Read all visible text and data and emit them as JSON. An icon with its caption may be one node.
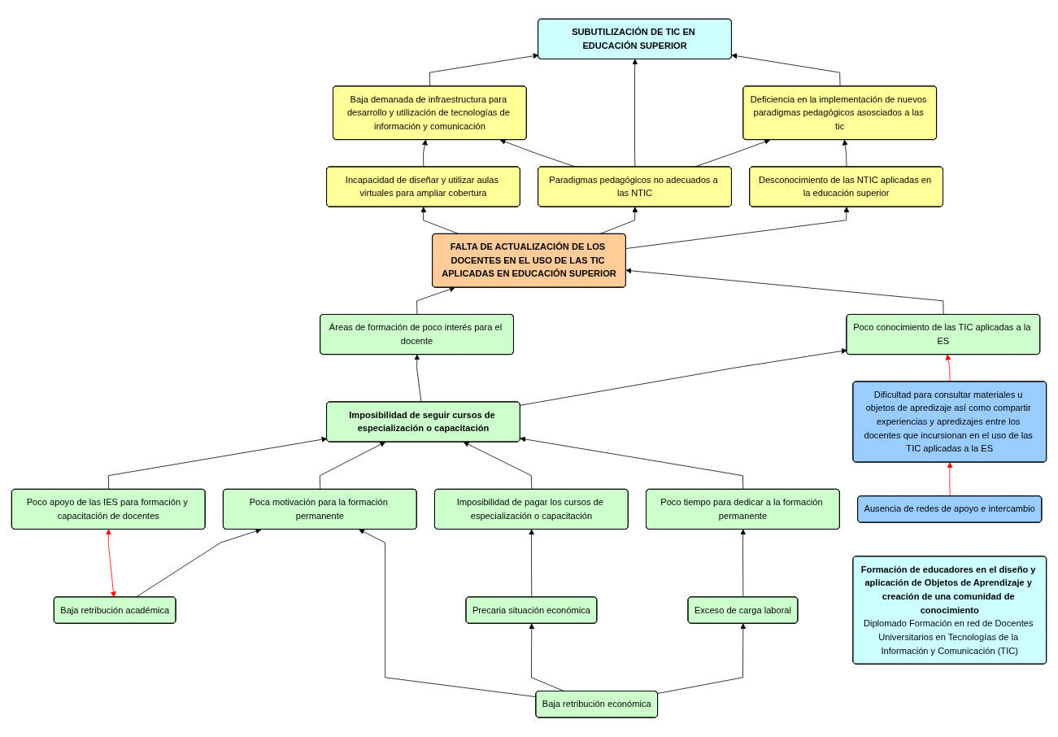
{
  "diagram": {
    "nodes": [
      {
        "text": [
          "SUBUTILIZACIÓN DE TIC EN EDUCACIÓN SUPERIOR"
        ]
      },
      {
        "text": [
          "Baja demanada de infraestructura para desarrollo y utilización de tecnologías de información y comunicación"
        ]
      },
      {
        "text": [
          "Deficiencia en la implementación de nuevos paradigmas pedagógicos asosciados a las tic"
        ]
      },
      {
        "text": [
          "Incapacidad de diseñar y utilizar aulas virtuales para ampliar cobertura"
        ]
      },
      {
        "text": [
          "Paradigmas pedagógicos no adecuados a las NTIC"
        ]
      },
      {
        "text": [
          "Desconocimiento de las NTIC aplicadas en la educación superior"
        ]
      },
      {
        "text": [
          "FALTA DE ACTUALIZACIÓN DE LOS DOCENTES EN EL USO DE LAS TIC APLICADAS EN EDUCACIÓN SUPERIOR"
        ]
      },
      {
        "text": [
          "Áreas de formación de poco interés para el docente"
        ]
      },
      {
        "text": [
          "Poco conocimiento de las TIC aplicadas a la ES"
        ]
      },
      {
        "text": [
          "Imposibilidad de seguir cursos de especialización o capacitación"
        ]
      },
      {
        "text": [
          "Poco apoyo de las IES para formación y capacitación de docentes"
        ]
      },
      {
        "text": [
          "Poca motivación para la formación permanente"
        ]
      },
      {
        "text": [
          "Imposibilidad de pagar los cursos de especialización o capacitación"
        ]
      },
      {
        "text": [
          "Poco tiempo para dedicar a la formación permanente"
        ]
      },
      {
        "text": [
          "Dificultad para consultar materiales u objetos de apredizaje así como compartir experiencias y apredizajes entre los docentes que incursionan en el uso de las TIC aplicadas a la ES"
        ]
      },
      {
        "text": [
          "Precaria situación económica"
        ]
      },
      {
        "text": [
          "Exceso de carga laboral"
        ]
      },
      {
        "text": [
          "Ausencia de redes de apoyo e intercambio"
        ]
      },
      {
        "text": [
          "Baja retribución académica"
        ]
      },
      {
        "text": [
          "Baja retribución económica"
        ]
      },
      {
        "text": [
          "Formación de educadores en el diseño y aplicación de Objetos de Aprendizaje y creación de una comunidad de conocimiento",
          "Diplomado Formación en red de Docentes Universitarios en Tecnologías de la Información y Comunicación (TIC)"
        ]
      }
    ],
    "edges": [
      {
        "from": 1,
        "to": 0,
        "arrow": "to"
      },
      {
        "from": 4,
        "to": 0,
        "arrow": "to"
      },
      {
        "from": 2,
        "to": 0,
        "arrow": "to"
      },
      {
        "from": 3,
        "to": 1,
        "arrow": "to"
      },
      {
        "from": 4,
        "to": 1,
        "arrow": "to"
      },
      {
        "from": 4,
        "to": 2,
        "arrow": "to"
      },
      {
        "from": 5,
        "to": 2,
        "arrow": "to"
      },
      {
        "from": 6,
        "to": 3,
        "arrow": "to"
      },
      {
        "from": 6,
        "to": 4,
        "arrow": "to"
      },
      {
        "from": 6,
        "to": 5,
        "arrow": "to"
      },
      {
        "from": 7,
        "to": 6,
        "arrow": "to"
      },
      {
        "from": 8,
        "to": 6,
        "arrow": "to"
      },
      {
        "from": 9,
        "to": 7,
        "arrow": "to"
      },
      {
        "from": 9,
        "to": 8,
        "arrow": "to"
      },
      {
        "from": 14,
        "to": 8,
        "arrow": "to",
        "color": "#ff0000"
      },
      {
        "from": 10,
        "to": 9,
        "arrow": "to"
      },
      {
        "from": 11,
        "to": 9,
        "arrow": "to"
      },
      {
        "from": 12,
        "to": 9,
        "arrow": "to"
      },
      {
        "from": 13,
        "to": 9,
        "arrow": "to"
      },
      {
        "from": 18,
        "to": 10,
        "arrow": "both",
        "color": "#ff0000"
      },
      {
        "from": 18,
        "to": 11,
        "arrow": "to"
      },
      {
        "from": 19,
        "to": 11,
        "arrow": "to"
      },
      {
        "from": 15,
        "to": 12,
        "arrow": "to"
      },
      {
        "from": 16,
        "to": 13,
        "arrow": "to"
      },
      {
        "from": 17,
        "to": 14,
        "arrow": "to",
        "color": "#ff0000"
      },
      {
        "from": 19,
        "to": 15,
        "arrow": "to"
      },
      {
        "from": 19,
        "to": 16,
        "arrow": "to"
      }
    ]
  }
}
